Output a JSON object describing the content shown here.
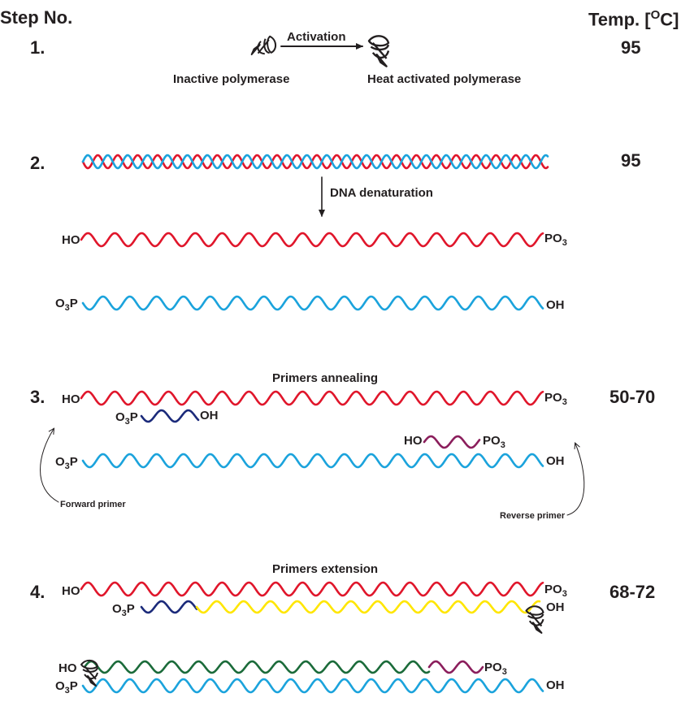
{
  "header": {
    "step_label": "Step No.",
    "temp_label": "Temp. [",
    "temp_sup": "O",
    "temp_unit": "C]"
  },
  "steps": [
    {
      "number": "1.",
      "temp": "95"
    },
    {
      "number": "2.",
      "temp": "95"
    },
    {
      "number": "3.",
      "temp": "50-70"
    },
    {
      "number": "4.",
      "temp": "68-72"
    }
  ],
  "step1": {
    "arrow_label": "Activation",
    "inactive_label": "Inactive polymerase",
    "active_label": "Heat activated polymerase"
  },
  "step2": {
    "denature_label": "DNA denaturation"
  },
  "step3": {
    "title": "Primers annealing",
    "forward_label": "Forward primer",
    "reverse_label": "Reverse primer"
  },
  "step4": {
    "title": "Primers extension"
  },
  "ends": {
    "ho": "HO",
    "oh": "OH",
    "po": "PO",
    "op_o": "O",
    "op_p": "P",
    "sub3": "3"
  },
  "colors": {
    "red_strand": "#e0162b",
    "blue_strand": "#1ba3dc",
    "navy_primer": "#1b2a7a",
    "purple_primer": "#8b1e5c",
    "yellow_ext": "#ffe600",
    "green_ext": "#1b6b3a"
  }
}
